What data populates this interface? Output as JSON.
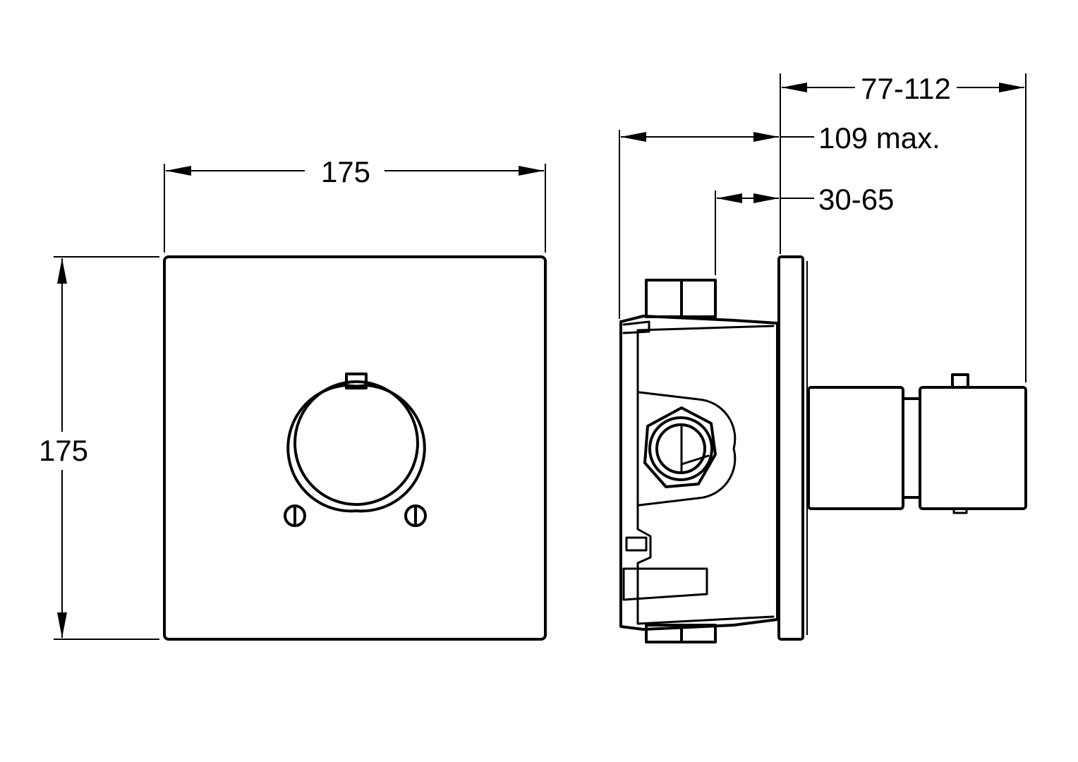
{
  "dimensions": {
    "front_width": "175",
    "front_height": "175",
    "trim_depth": "77-112",
    "body_depth": "109 max.",
    "mount_range": "30-65"
  },
  "colors": {
    "line": "#000000",
    "background": "#ffffff"
  }
}
